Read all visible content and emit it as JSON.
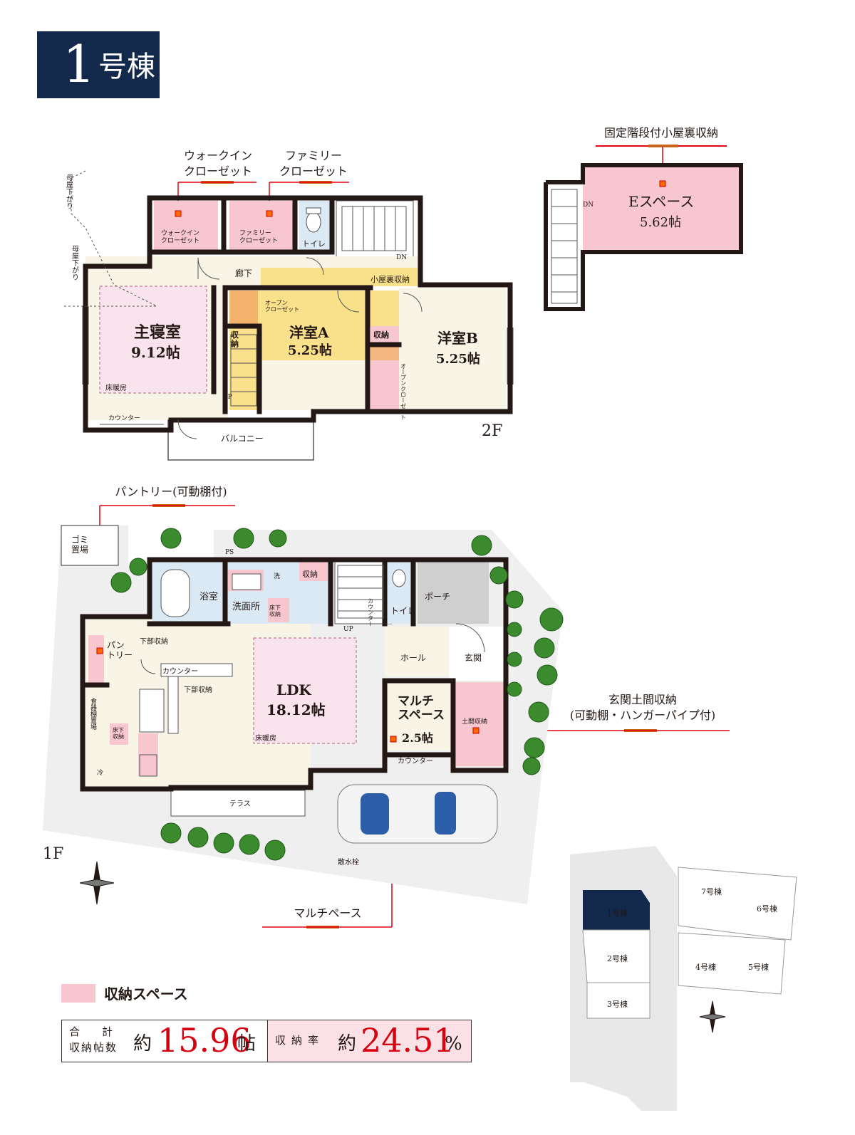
{
  "header": {
    "number": "1",
    "suffix": "号棟"
  },
  "colors": {
    "header_bg": "#13294b",
    "storage_pink": "#f7c6cf",
    "accent_red": "#d7000f",
    "room_cream": "#f8f4e6",
    "loft_yellow": "#f9e08a",
    "closet_orange": "#f2b26b"
  },
  "floor2": {
    "label": "2F",
    "callouts": {
      "walkin": "ウォークイン\nクローゼット",
      "family": "ファミリー\nクローゼット"
    },
    "rooms": {
      "master_name": "主寝室",
      "master_size": "9.12帖",
      "floor_heat": "床暖房",
      "walkin_small": "ウォークイン\nクローゼット",
      "family_small": "ファミリー\nクローゼット",
      "toilet": "トイレ",
      "hall": "廊下",
      "loft": "小屋裏収納",
      "dn": "DN",
      "up": "UP",
      "open_closet_a": "オープン\nクローゼット",
      "storage": "収\n納",
      "room_a_name": "洋室A",
      "room_a_size": "5.25帖",
      "storage_b": "収納",
      "open_closet_b": "オープン\nクローゼット",
      "room_b_name": "洋室B",
      "room_b_size": "5.25帖",
      "counter": "カウンター",
      "balcony": "バルコニー"
    },
    "side_notes": [
      "母屋下がり",
      "母屋下がり"
    ]
  },
  "attic": {
    "callout": "固定階段付小屋裏収納",
    "dn": "DN",
    "name": "Eスペース",
    "size": "5.62帖"
  },
  "floor1": {
    "label": "1F",
    "callouts": {
      "pantry": "パントリー(可動棚付)",
      "genkan_storage": "玄関土間収納\n(可動棚・ハンガーパイプ付)",
      "multi": "マルチペース"
    },
    "rooms": {
      "garbage": "ゴミ\n置場",
      "ps": "PS",
      "bath": "浴室",
      "wash": "洗",
      "storage": "収納",
      "washroom": "洗面所",
      "underfloor": "床下\n収納",
      "counter": "カウンター",
      "toilet": "トイレ",
      "porch": "ポーチ",
      "up": "UP",
      "pantry": "パン\nトリー",
      "lower_storage": "下部収納",
      "kitchen_counter": "カウンター",
      "lower_storage2": "下部収納",
      "dish": "食器棚置場",
      "underfloor2": "床下\n収納",
      "fridge": "冷",
      "ldk_name": "LDK",
      "ldk_size": "18.12帖",
      "floor_heat": "床暖房",
      "hall": "ホール",
      "genkan": "玄関",
      "multi_name": "マルチ\nスペース",
      "multi_size": "2.5帖",
      "doma": "土間収納",
      "counter2": "カウンター",
      "terrace": "テラス",
      "faucet": "散水栓"
    }
  },
  "siteplan": {
    "buildings": [
      "1号棟",
      "2号棟",
      "3号棟",
      "4号棟",
      "5号棟",
      "6号棟",
      "7号棟"
    ]
  },
  "legend": {
    "storage_label": "収納スペース"
  },
  "stats": {
    "total_label_1": "合　計",
    "total_label_2": "収納帖数",
    "approx": "約",
    "total_value": "15.96",
    "total_unit": "帖",
    "rate_label": "収納率",
    "approx2": "約",
    "rate_value": "24.51",
    "rate_unit": "%"
  }
}
